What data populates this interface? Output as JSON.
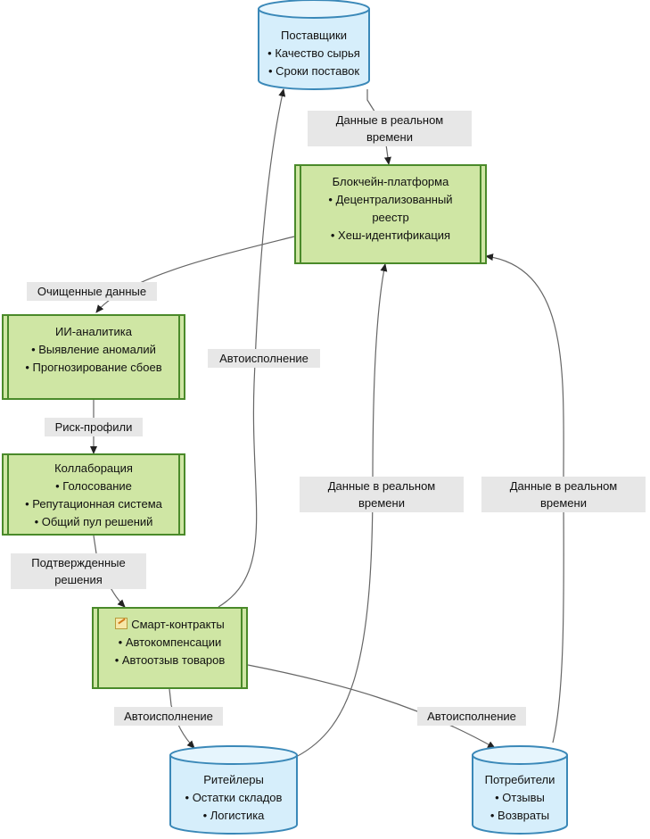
{
  "nodes": {
    "suppliers": {
      "title": "Поставщики",
      "items": [
        "• Качество сырья",
        "• Сроки поставок"
      ]
    },
    "blockchain": {
      "title": "Блокчейн-платформа",
      "items": [
        "• Децентрализованный",
        "реестр",
        "• Хеш-идентификация"
      ]
    },
    "ai": {
      "title": "ИИ-аналитика",
      "items": [
        "• Выявление аномалий",
        "• Прогнозирование сбоев"
      ]
    },
    "collab": {
      "title": "Коллаборация",
      "items": [
        "• Голосование",
        "• Репутационная система",
        "• Общий пул решений"
      ]
    },
    "smart": {
      "title": "Смарт-контракты",
      "items": [
        "• Автокомпенсации",
        "• Автоотзыв товаров"
      ],
      "icon": "note-pencil-icon"
    },
    "retailers": {
      "title": "Ритейлеры",
      "items": [
        "• Остатки складов",
        "• Логистика"
      ]
    },
    "consumers": {
      "title": "Потребители",
      "items": [
        "• Отзывы",
        "• Возвраты"
      ]
    }
  },
  "edges": {
    "suppliers_blockchain": {
      "label": [
        "Данные в реальном",
        "времени"
      ]
    },
    "blockchain_ai": {
      "label": [
        "Очищенные данные"
      ]
    },
    "ai_collab": {
      "label": [
        "Риск-профили"
      ]
    },
    "collab_smart": {
      "label": [
        "Подтвержденные",
        "решения"
      ]
    },
    "smart_suppliers": {
      "label": [
        "Автоисполнение"
      ]
    },
    "smart_retailers": {
      "label": [
        "Автоисполнение"
      ]
    },
    "smart_consumers": {
      "label": [
        "Автоисполнение"
      ]
    },
    "retailers_blockchain": {
      "label": [
        "Данные в реальном",
        "времени"
      ]
    },
    "consumers_blockchain": {
      "label": [
        "Данные в реальном",
        "времени"
      ]
    }
  },
  "colors": {
    "box_fill": "#cfe6a4",
    "box_border": "#4a8a2a",
    "cylinder_fill": "#d6eefb",
    "cylinder_border": "#3a88b8",
    "label_bg": "#e7e7e7",
    "line": "#666666"
  }
}
